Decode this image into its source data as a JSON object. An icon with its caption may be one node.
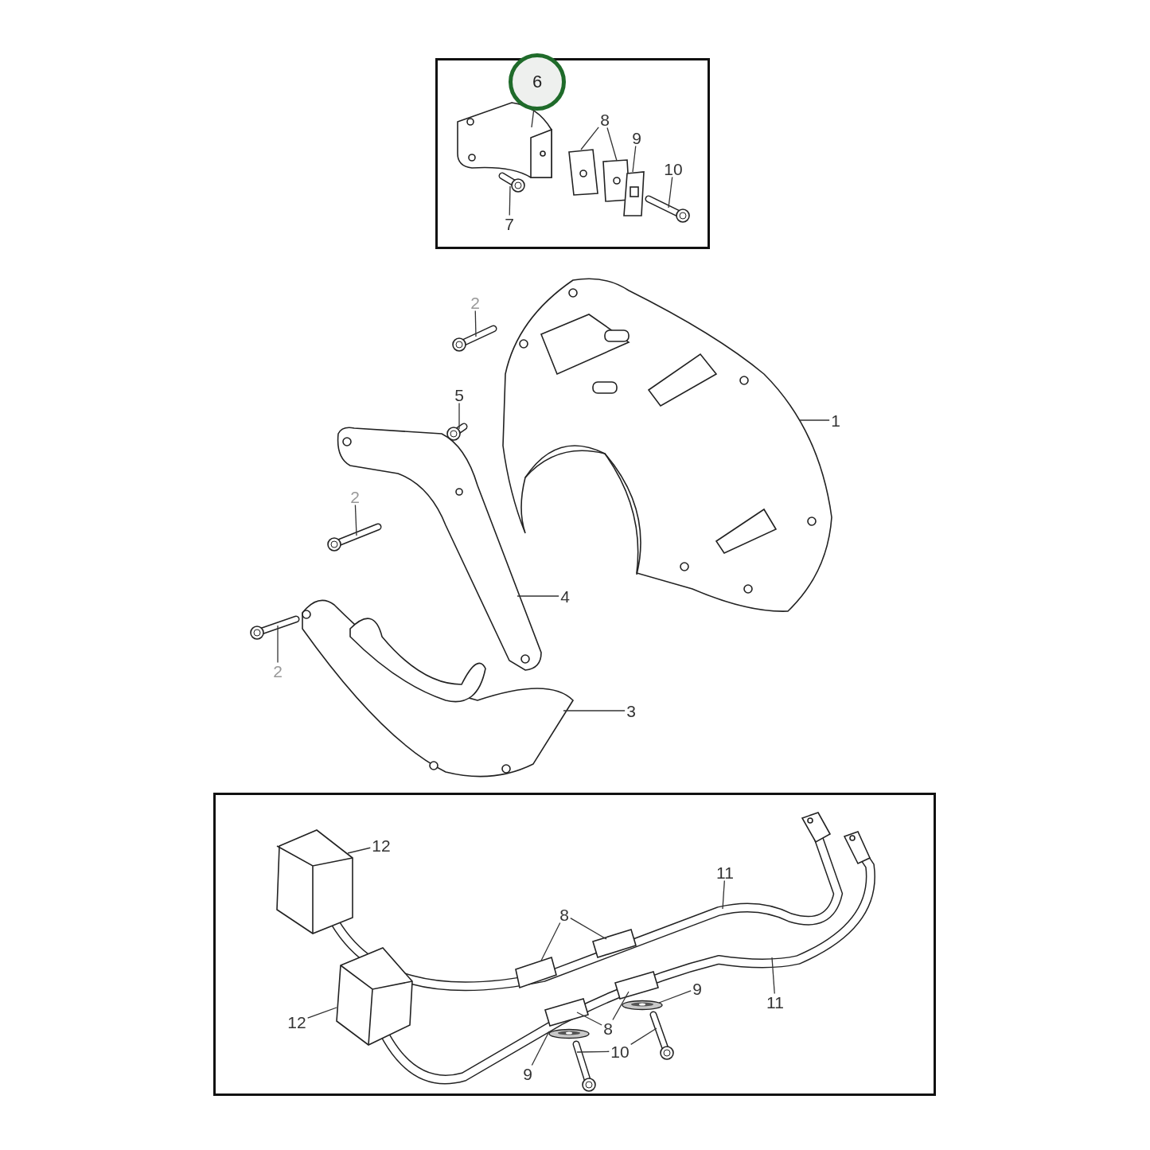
{
  "diagram": {
    "nodes": [
      {
        "text": [],
        "shape": "box"
      },
      {
        "text": [
          "6"
        ],
        "in": 0
      },
      {
        "text": [
          "8"
        ],
        "in": 0
      },
      {
        "text": [
          "9"
        ],
        "in": 0
      },
      {
        "text": [
          "10"
        ],
        "in": 0
      },
      {
        "text": [
          "7"
        ],
        "in": 0
      },
      {
        "text": [
          "2"
        ]
      },
      {
        "text": [
          "5"
        ]
      },
      {
        "text": [
          "1"
        ]
      },
      {
        "text": [
          "2"
        ]
      },
      {
        "text": [
          "4"
        ]
      },
      {
        "text": [
          "2"
        ]
      },
      {
        "text": [
          "3"
        ]
      },
      {
        "text": [],
        "shape": "box"
      },
      {
        "text": [
          "12"
        ],
        "in": 13
      },
      {
        "text": [
          "11"
        ],
        "in": 13
      },
      {
        "text": [
          "8"
        ],
        "in": 13
      },
      {
        "text": [
          "9"
        ],
        "in": 13
      },
      {
        "text": [
          "12"
        ],
        "in": 13
      },
      {
        "text": [
          "11"
        ],
        "in": 13
      },
      {
        "text": [
          "8"
        ],
        "in": 13
      },
      {
        "text": [
          "10"
        ],
        "in": 13
      },
      {
        "text": [
          "9"
        ],
        "in": 13
      },
      {
        "text": [],
        "shape": "picture",
        "in": 0
      },
      {
        "text": [],
        "shape": "picture",
        "in": 0
      },
      {
        "text": [],
        "shape": "picture",
        "in": 0
      },
      {
        "text": [],
        "shape": "picture",
        "in": 0
      },
      {
        "text": [],
        "shape": "picture",
        "in": 0
      },
      {
        "text": [],
        "shape": "picture",
        "in": 0
      },
      {
        "text": [],
        "shape": "picture"
      },
      {
        "text": [],
        "shape": "picture"
      },
      {
        "text": [],
        "shape": "picture"
      },
      {
        "text": [],
        "shape": "picture"
      },
      {
        "text": [],
        "shape": "picture"
      },
      {
        "text": [],
        "shape": "picture"
      },
      {
        "text": [],
        "shape": "picture"
      },
      {
        "text": [],
        "shape": "picture",
        "in": 13
      },
      {
        "text": [],
        "shape": "picture",
        "in": 13
      },
      {
        "text": [],
        "shape": "picture",
        "in": 13
      },
      {
        "text": [],
        "shape": "picture",
        "in": 13
      },
      {
        "text": [],
        "shape": "picture",
        "in": 13
      },
      {
        "text": [],
        "shape": "picture",
        "in": 13
      },
      {
        "text": [],
        "shape": "picture",
        "in": 13
      },
      {
        "text": [],
        "shape": "picture",
        "in": 13
      },
      {
        "text": [],
        "shape": "picture",
        "in": 13
      },
      {
        "text": [],
        "shape": "picture",
        "in": 13
      }
    ],
    "edges": [
      {
        "from": 1,
        "to": 23,
        "arrow": "none"
      },
      {
        "from": 2,
        "to": 24,
        "arrow": "none"
      },
      {
        "from": 2,
        "to": 25,
        "arrow": "none"
      },
      {
        "from": 3,
        "to": 26,
        "arrow": "none"
      },
      {
        "from": 4,
        "to": 27,
        "arrow": "none"
      },
      {
        "from": 5,
        "to": 28,
        "arrow": "none"
      },
      {
        "from": 6,
        "to": 29,
        "arrow": "none"
      },
      {
        "from": 7,
        "to": 30,
        "arrow": "none"
      },
      {
        "from": 8,
        "to": 31,
        "arrow": "none"
      },
      {
        "from": 9,
        "to": 32,
        "arrow": "none"
      },
      {
        "from": 10,
        "to": 33,
        "arrow": "none"
      },
      {
        "from": 11,
        "to": 34,
        "arrow": "none"
      },
      {
        "from": 12,
        "to": 35,
        "arrow": "none"
      },
      {
        "from": 14,
        "to": 36,
        "arrow": "none"
      },
      {
        "from": 15,
        "to": null,
        "arrow": "none"
      },
      {
        "from": 16,
        "to": 37,
        "arrow": "none"
      },
      {
        "from": 16,
        "to": 38,
        "arrow": "none"
      },
      {
        "from": 17,
        "to": 39,
        "arrow": "none"
      },
      {
        "from": 18,
        "to": 40,
        "arrow": "none"
      },
      {
        "from": 19,
        "to": null,
        "arrow": "none"
      },
      {
        "from": 20,
        "to": 41,
        "arrow": "none"
      },
      {
        "from": 20,
        "to": 42,
        "arrow": "none"
      },
      {
        "from": 21,
        "to": 43,
        "arrow": "none"
      },
      {
        "from": 21,
        "to": 44,
        "arrow": "none"
      },
      {
        "from": 22,
        "to": 45,
        "arrow": "none"
      }
    ]
  }
}
